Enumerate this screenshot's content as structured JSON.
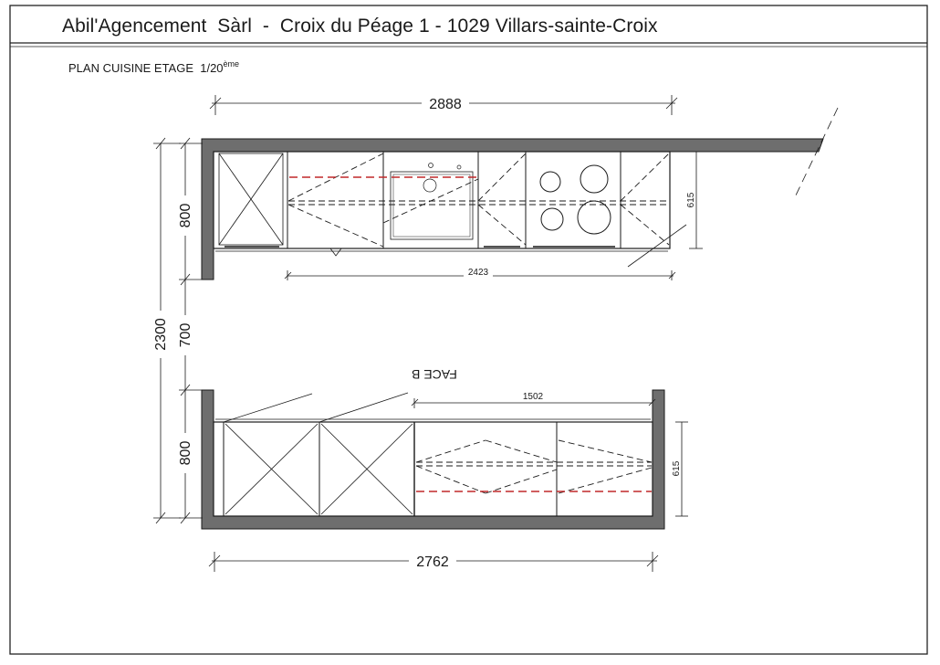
{
  "header": {
    "title": "Abil'Agencement  Sàrl  -  Croix du Péage 1 - 1029 Villars-sainte-Croix"
  },
  "plan": {
    "title": "PLAN CUISINE ETAGE  1/20",
    "scale_suffix": "ème",
    "face_label": "FACE B"
  },
  "dimensions": {
    "top_width": "2888",
    "top_inner": "2423",
    "top_depth_small": "615",
    "left_top_depth": "800",
    "left_gap": "700",
    "left_total": "2300",
    "left_bottom_depth": "800",
    "bottom_inner": "1502",
    "bottom_depth_small": "615",
    "bottom_width": "2762"
  },
  "colors": {
    "line": "#1a1a1a",
    "wall_fill": "#6e6e6e",
    "red_dash": "#c0282a",
    "frame": "#222222"
  }
}
